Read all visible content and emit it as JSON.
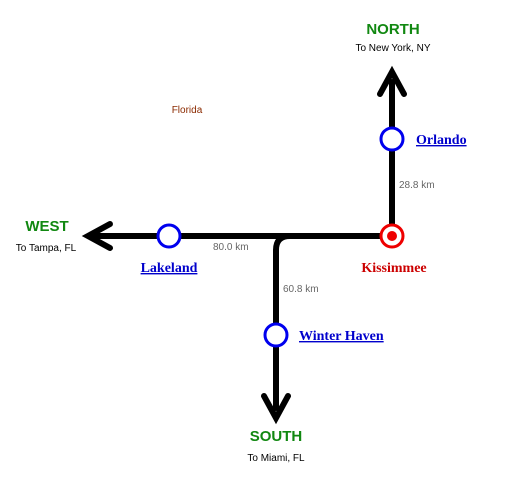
{
  "region_label": "Florida",
  "directions": {
    "north": {
      "label": "NORTH",
      "sub": "To New York, NY"
    },
    "west": {
      "label": "WEST",
      "sub": "To Tampa, FL"
    },
    "south": {
      "label": "SOUTH",
      "sub": "To Miami, FL"
    }
  },
  "current_station": {
    "name": "Kissimmee",
    "color": "#ee0000"
  },
  "stations": {
    "orlando": {
      "name": "Orlando",
      "distance": "28.8 km"
    },
    "lakeland": {
      "name": "Lakeland",
      "distance": "80.0 km"
    },
    "winter_haven": {
      "name": "Winter Haven",
      "distance": "60.8 km"
    }
  },
  "colors": {
    "direction": "#118811",
    "link": "#0000cc",
    "track": "#000000",
    "stop_ring": "#0000ee"
  }
}
